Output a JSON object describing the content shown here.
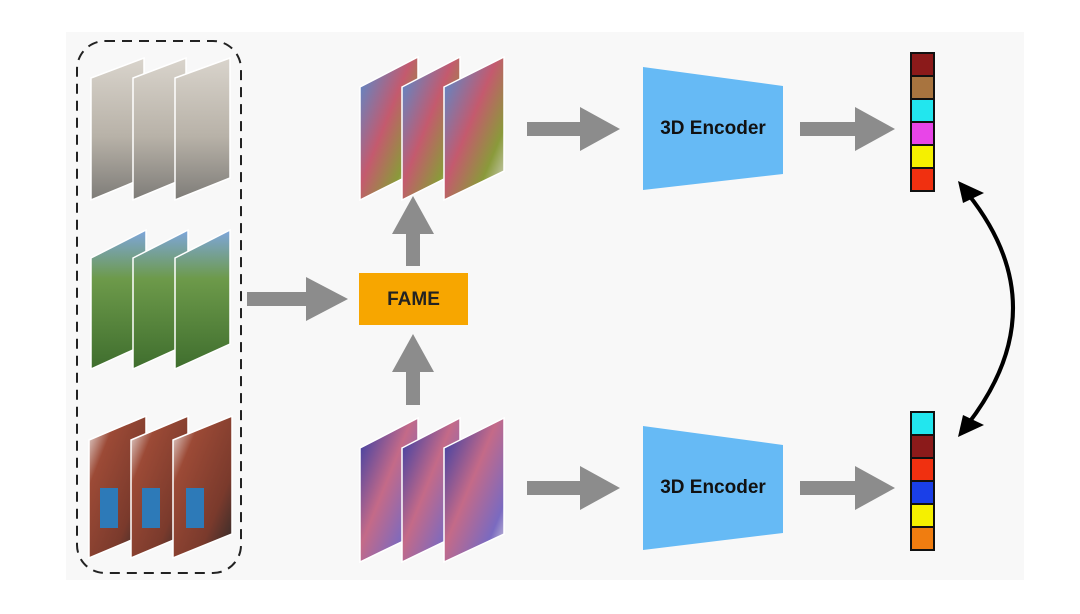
{
  "labels": {
    "fame": "FAME",
    "encoder_top": "3D Encoder",
    "encoder_bottom": "3D Encoder"
  },
  "colors": {
    "panel_bg": "#f8f8f8",
    "arrow": "#8c8c8c",
    "fame_box": "#f7a600",
    "encoder": "#66baf5",
    "dashed_border": "#222222",
    "contrast_arrow": "#000000"
  },
  "feature_vectors": {
    "top": [
      "#8b1a1a",
      "#a8743f",
      "#22e6ee",
      "#e845e8",
      "#f5f000",
      "#f03010"
    ],
    "bottom": [
      "#22e6ee",
      "#8b1a1a",
      "#f03010",
      "#1a3fe8",
      "#f5f000",
      "#f07d10"
    ]
  },
  "clips": {
    "source_clips": [
      {
        "name": "hallway-clip",
        "frame_colors": [
          "#d9d4cc",
          "#b8b2a8",
          "#7e7c78"
        ]
      },
      {
        "name": "soccer-clip",
        "frame_colors": [
          "#7ea6dc",
          "#6d9a4a",
          "#3f6e2e"
        ]
      },
      {
        "name": "boy-brick-clip",
        "frame_colors": [
          "#f2f2f2",
          "#9c4a36",
          "#2d7ab8"
        ]
      }
    ],
    "augmented_clip": {
      "name": "fame-output-clip",
      "frame_colors": [
        "#4a90d8",
        "#c45a6e",
        "#8a9a3a"
      ]
    },
    "anchor_clip": {
      "name": "anchor-clip",
      "frame_colors": [
        "#2a3aa8",
        "#c46a88",
        "#7a6ac0"
      ]
    }
  }
}
